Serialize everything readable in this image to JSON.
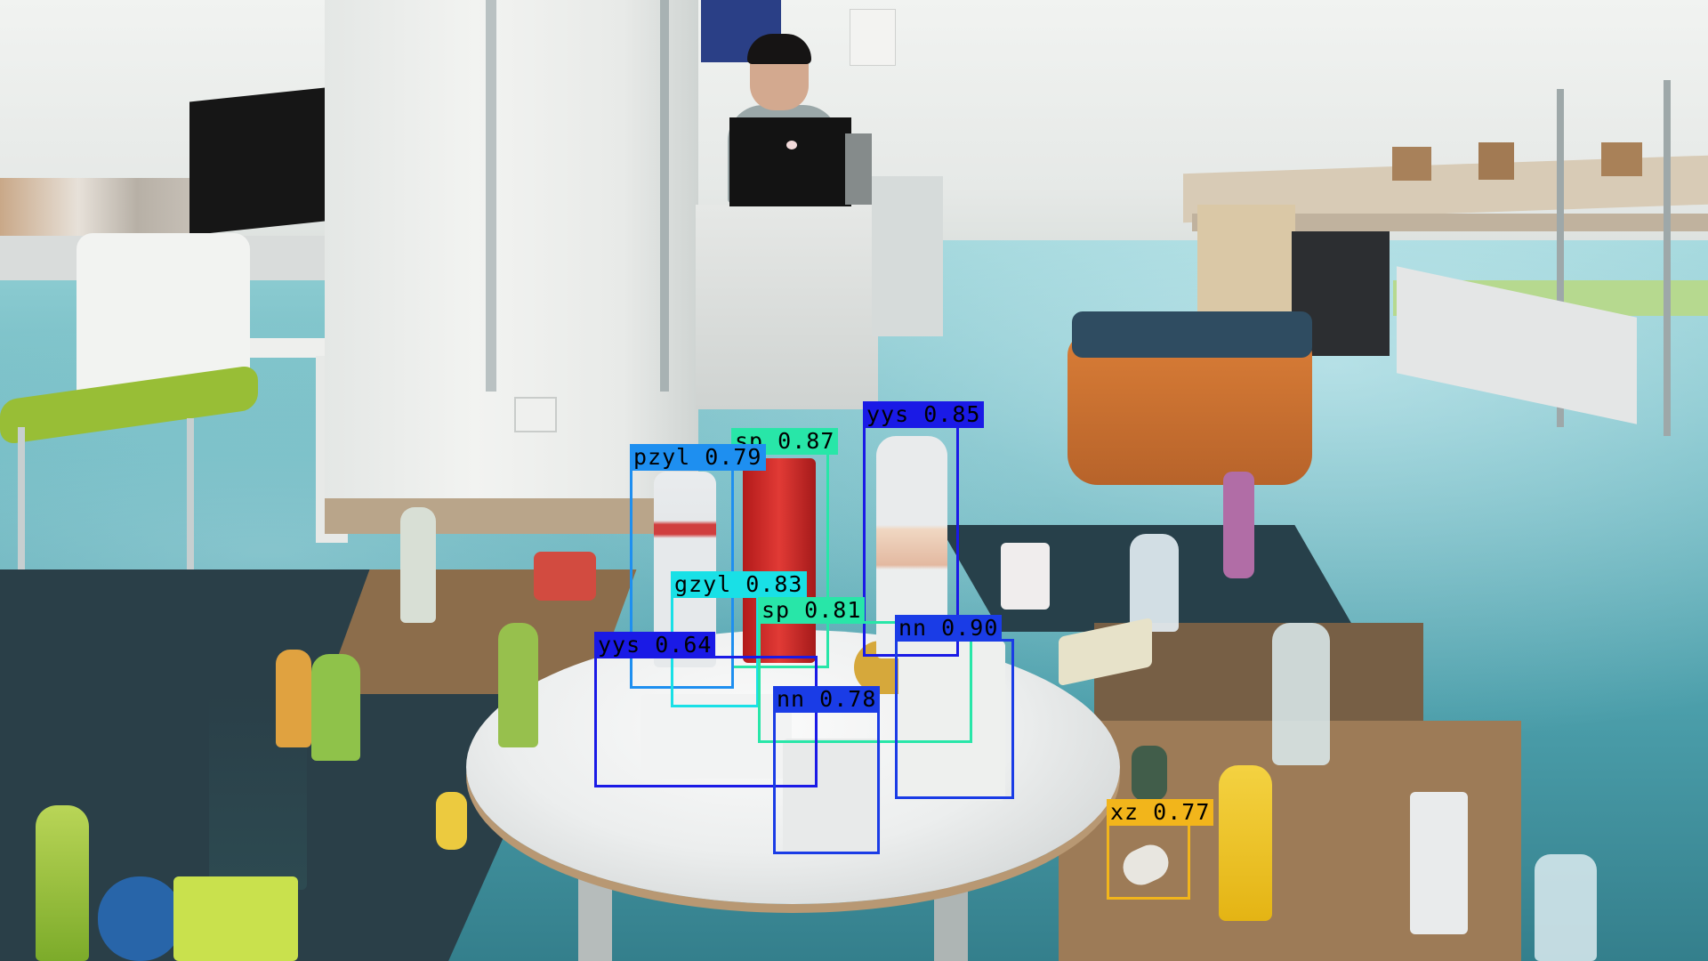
{
  "detections": [
    {
      "class": "yys",
      "score": "0.85",
      "color": "#1a1ae6",
      "text_color": "#000000"
    },
    {
      "class": "sp",
      "score": "0.87",
      "color": "#28e6a8",
      "text_color": "#000000"
    },
    {
      "class": "pzyl",
      "score": "0.79",
      "color": "#1e8ff0",
      "text_color": "#000000"
    },
    {
      "class": "gzyl",
      "score": "0.83",
      "color": "#19e0e6",
      "text_color": "#000000"
    },
    {
      "class": "sp",
      "score": "0.81",
      "color": "#28e6a8",
      "text_color": "#000000"
    },
    {
      "class": "nn",
      "score": "0.90",
      "color": "#1a3ce6",
      "text_color": "#000000"
    },
    {
      "class": "yys",
      "score": "0.64",
      "color": "#1a1ae6",
      "text_color": "#000000"
    },
    {
      "class": "nn",
      "score": "0.78",
      "color": "#1a3ce6",
      "text_color": "#000000"
    },
    {
      "class": "xz",
      "score": "0.77",
      "color": "#f2b51b",
      "text_color": "#000000"
    }
  ]
}
